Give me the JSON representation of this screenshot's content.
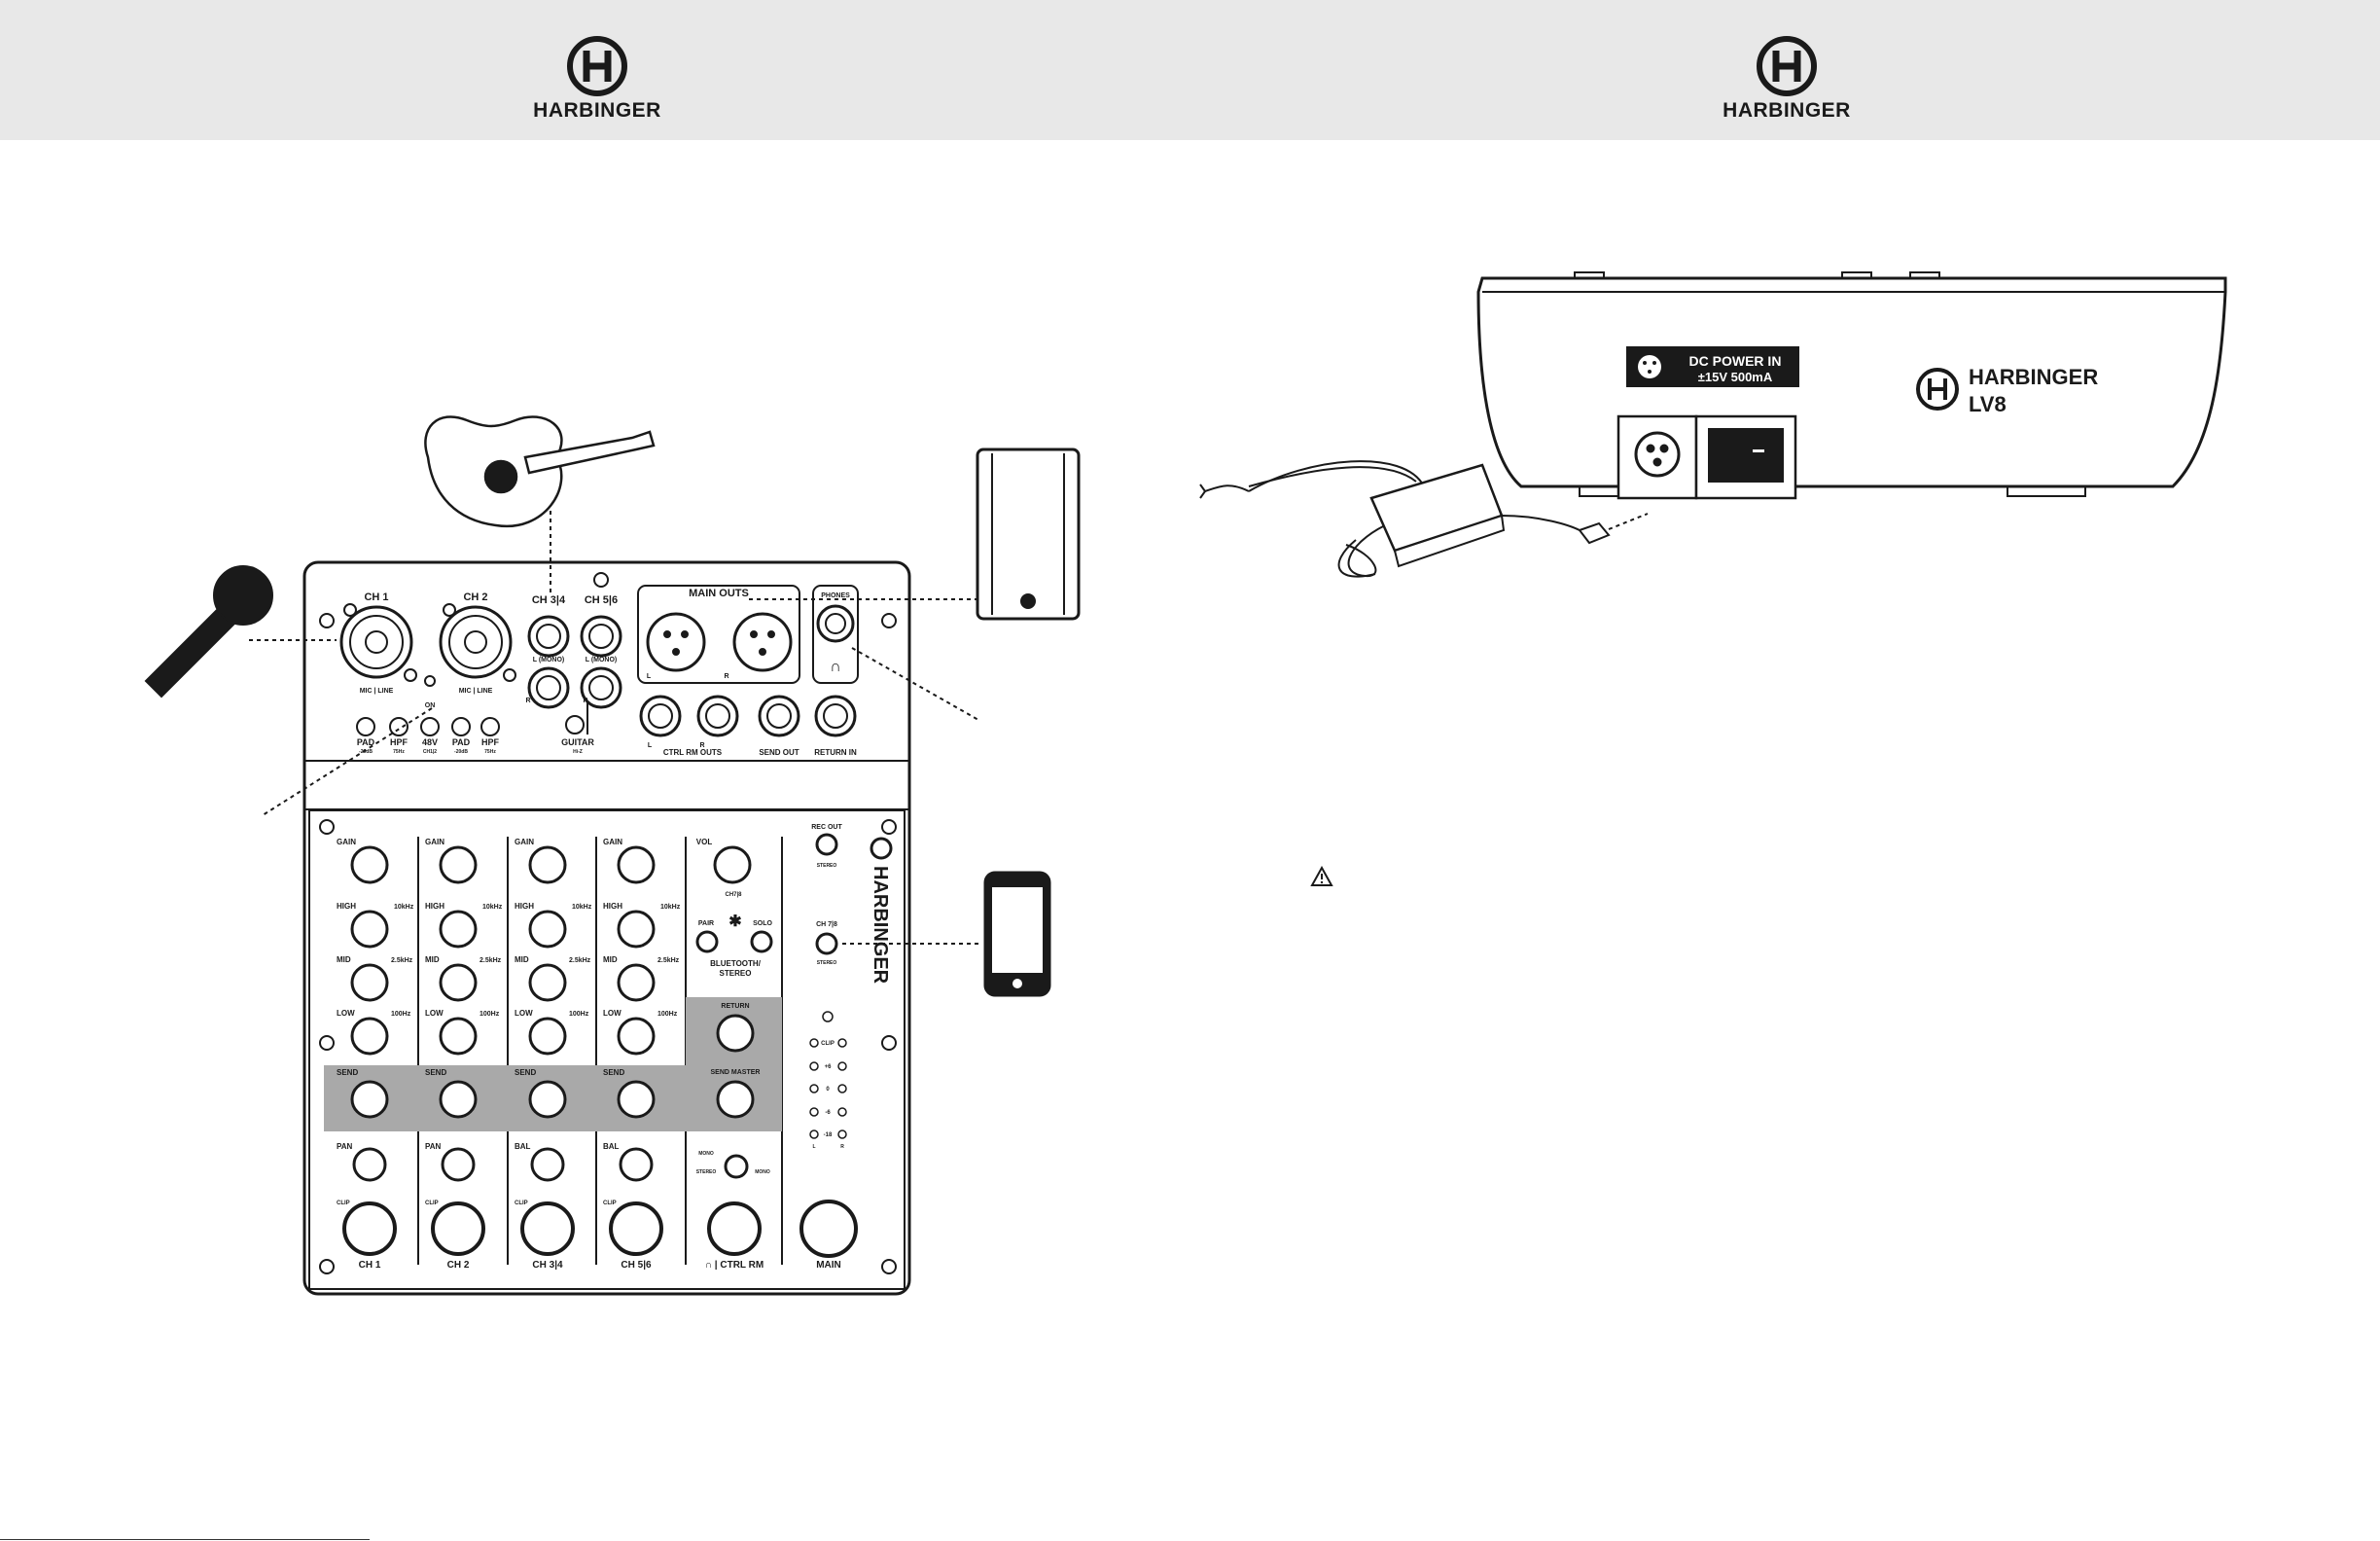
{
  "brand": "HARBINGER",
  "mixer": {
    "input_panel": {
      "ch1": "CH 1",
      "ch2": "CH 2",
      "ch34": "CH 3|4",
      "ch56": "CH 5|6",
      "mono": "L (MONO)",
      "r": "R",
      "l": "L",
      "main_outs": "MAIN OUTS",
      "phones": "PHONES",
      "mic_line": "MIC | LINE",
      "on": "ON",
      "pad": "PAD",
      "pad_sub": "-20dB",
      "hpf": "HPF",
      "hpf_sub": "75Hz",
      "v48": "48V",
      "v48_sub": "CH1|2",
      "guitar": "GUITAR",
      "guitar_sub": "Hi-Z",
      "ctrl_rm_outs": "CTRL RM OUTS",
      "send_out": "SEND OUT",
      "return_in": "RETURN IN"
    },
    "control_panel": {
      "gain": "GAIN",
      "high": "HIGH",
      "high_freq": "10kHz",
      "mid": "MID",
      "mid_freq": "2.5kHz",
      "low": "LOW",
      "low_freq": "100Hz",
      "send": "SEND",
      "pan": "PAN",
      "bal": "BAL",
      "clip": "CLIP",
      "vol": "VOL",
      "vol_sub": "CH7|8",
      "pair": "PAIR",
      "solo": "SOLO",
      "bluetooth": "BLUETOOTH/",
      "stereo": "STEREO",
      "return": "RETURN",
      "send_master": "SEND MASTER",
      "rec_out": "REC OUT",
      "rec_out_sub": "STEREO",
      "ch78": "CH 7|8",
      "ch78_sub": "STEREO",
      "mono_label": "MONO",
      "stereo_label": "STEREO",
      "mono_right": "MONO",
      "meter_labels": [
        "CLIP",
        "+6",
        "0",
        "-6",
        "-18"
      ],
      "meter_l": "L",
      "meter_r": "R",
      "strip_labels": [
        "CH 1",
        "CH 2",
        "CH 3|4",
        "CH 5|6"
      ],
      "ctrl_rm": "∩ | CTRL RM",
      "main": "MAIN"
    }
  },
  "rear_panel": {
    "dc_power_in": "DC POWER IN",
    "dc_spec": "±15V 500mA",
    "model": "LV8"
  }
}
